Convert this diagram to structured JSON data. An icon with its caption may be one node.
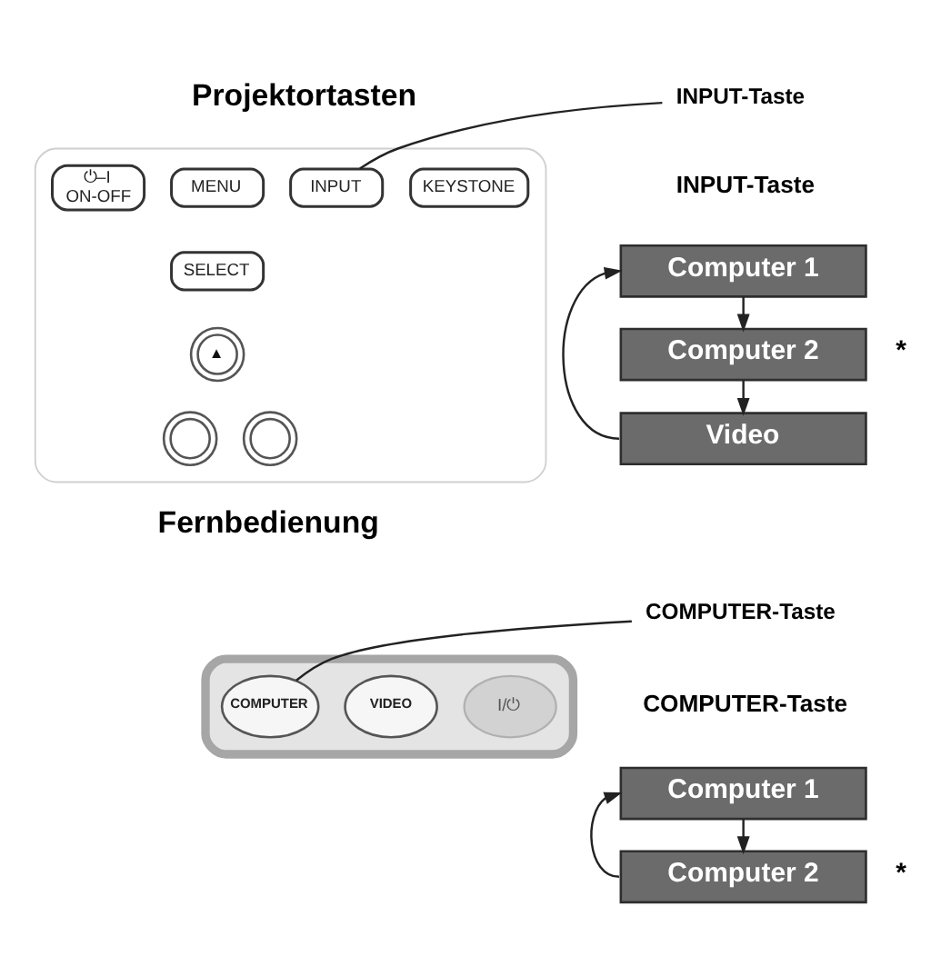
{
  "diagram": {
    "nodes": [
      {
        "text": [],
        "shape": "picture"
      },
      {
        "text": [
          "⏻–I",
          "ON-OFF"
        ],
        "in": 0
      },
      {
        "text": [
          "MENU"
        ],
        "in": 0
      },
      {
        "text": [
          "INPUT"
        ],
        "in": 0
      },
      {
        "text": [
          "KEYSTONE"
        ],
        "in": 0
      },
      {
        "text": [
          "SELECT"
        ],
        "in": 0
      },
      {
        "text": [
          "▲"
        ],
        "in": 0
      },
      {
        "text": [],
        "shape": "circle",
        "in": 0
      },
      {
        "text": [],
        "shape": "circle",
        "in": 0
      },
      {
        "text": [
          "INPUT-Taste"
        ]
      },
      {
        "text": [
          "Computer 1"
        ]
      },
      {
        "text": [
          "Computer 2"
        ],
        "beside": [
          "*"
        ]
      },
      {
        "text": [
          "Video"
        ]
      },
      {
        "text": [],
        "shape": "picture"
      },
      {
        "text": [
          "COMPUTER"
        ],
        "in": 13
      },
      {
        "text": [
          "VIDEO"
        ],
        "in": 13
      },
      {
        "text": [
          "I/⏻"
        ],
        "in": 13
      },
      {
        "text": [
          "COMPUTER-Taste"
        ]
      },
      {
        "text": [
          "Computer 1"
        ]
      },
      {
        "text": [
          "Computer 2"
        ],
        "beside": [
          "*"
        ]
      }
    ],
    "edges": [
      {
        "from": 9,
        "to": 3,
        "arrow": "none"
      },
      {
        "from": 10,
        "to": 11,
        "arrow": "to"
      },
      {
        "from": 11,
        "to": 12,
        "arrow": "to"
      },
      {
        "from": 12,
        "to": 10,
        "arrow": "to"
      },
      {
        "from": 17,
        "to": 14,
        "arrow": "none"
      },
      {
        "from": 18,
        "to": 19,
        "arrow": "to"
      },
      {
        "from": 19,
        "to": 18,
        "arrow": "to"
      }
    ],
    "labels": [
      "Projektortasten",
      "INPUT-Taste",
      "Fernbedienung",
      "COMPUTER-Taste"
    ]
  }
}
